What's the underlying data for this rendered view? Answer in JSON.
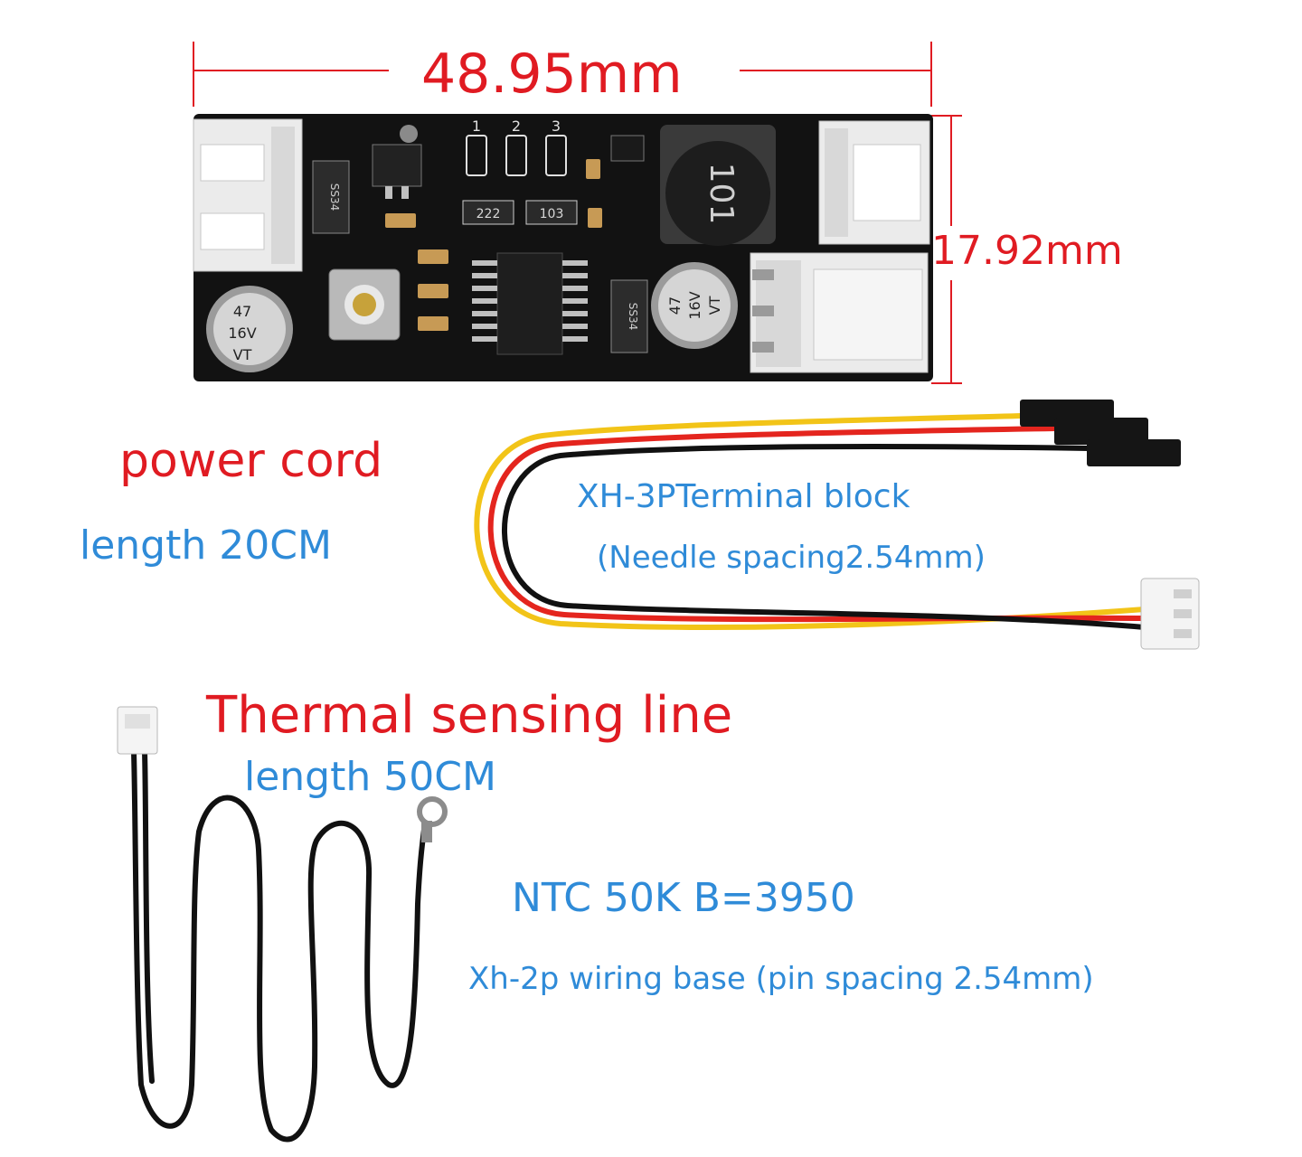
{
  "dimensions": {
    "width_label": "48.95mm",
    "height_label": "17.92mm"
  },
  "pcb": {
    "pin_labels": [
      "1",
      "2",
      "3"
    ],
    "resistor_codes": [
      "222",
      "103"
    ],
    "inductor_code": "101",
    "capacitor_left": [
      "47",
      "16V",
      "VT"
    ],
    "capacitor_right": [
      "47",
      "16V",
      "VT"
    ],
    "diode_code": "SS34"
  },
  "power_cord": {
    "title": "power cord",
    "length": "length 20CM",
    "terminal": "XH-3PTerminal block",
    "spacing": "(Needle spacing2.54mm)"
  },
  "thermal_line": {
    "title": "Thermal sensing line",
    "length": "length 50CM",
    "ntc": "NTC 50K  B=3950",
    "base": "Xh-2p wiring base (pin spacing 2.54mm)"
  },
  "colors": {
    "title_red": "#e01b22",
    "label_blue": "#2f8bd8",
    "pcb_black": "#121212",
    "wire_yellow": "#f2c418",
    "wire_red": "#e4251e",
    "wire_black": "#111111"
  }
}
